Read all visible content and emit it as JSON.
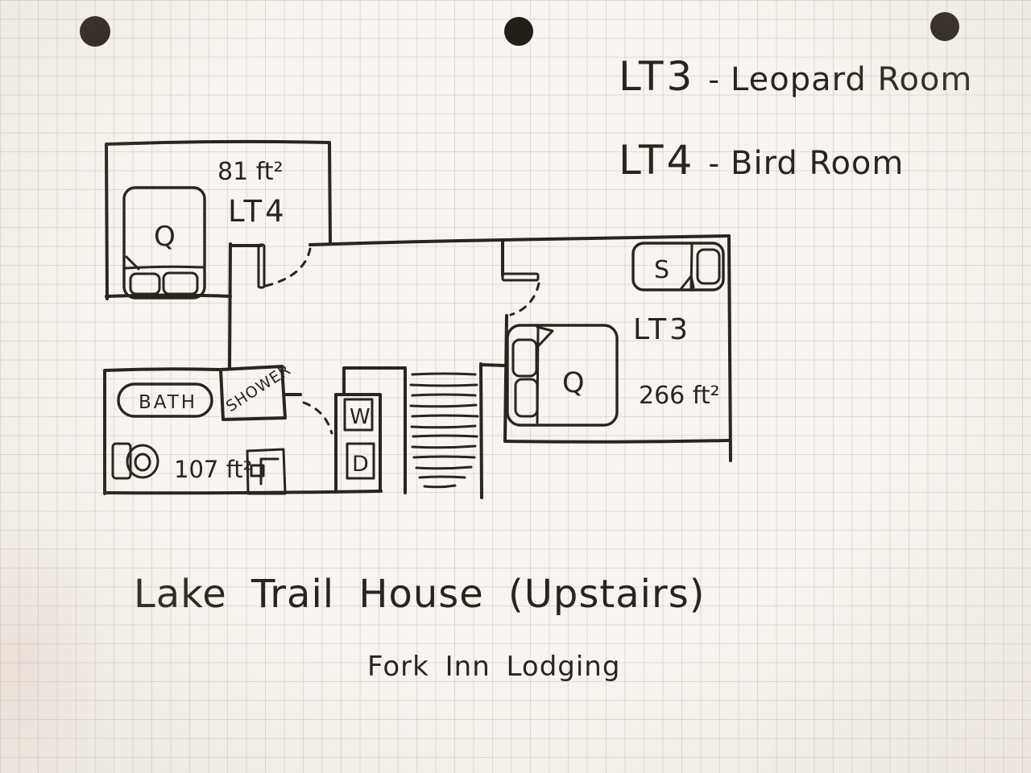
{
  "paper": {
    "title": "Lake Trail House (Upstairs)",
    "subtitle": "Fork Inn Lodging"
  },
  "legend": {
    "entries": [
      {
        "code": "LT3",
        "sep": "-",
        "name": "Leopard Room"
      },
      {
        "code": "LT4",
        "sep": "-",
        "name": "Bird Room"
      }
    ]
  },
  "rooms": {
    "lt4": {
      "name": "LT4",
      "area": "81 ft²",
      "queen_bed": "Q"
    },
    "lt3": {
      "name": "LT3",
      "area": "266 ft²",
      "queen_bed": "Q",
      "single_bed": "S"
    },
    "bath": {
      "area": "107 ft²",
      "bath": "BATH",
      "shower": "SHOWER",
      "washer": "W",
      "dryer": "D"
    }
  },
  "colors": {
    "ink": "#2a241f",
    "paper": "#f7f5f1",
    "grid_line": "#c9beb0",
    "hole_punch": "#241e18"
  }
}
